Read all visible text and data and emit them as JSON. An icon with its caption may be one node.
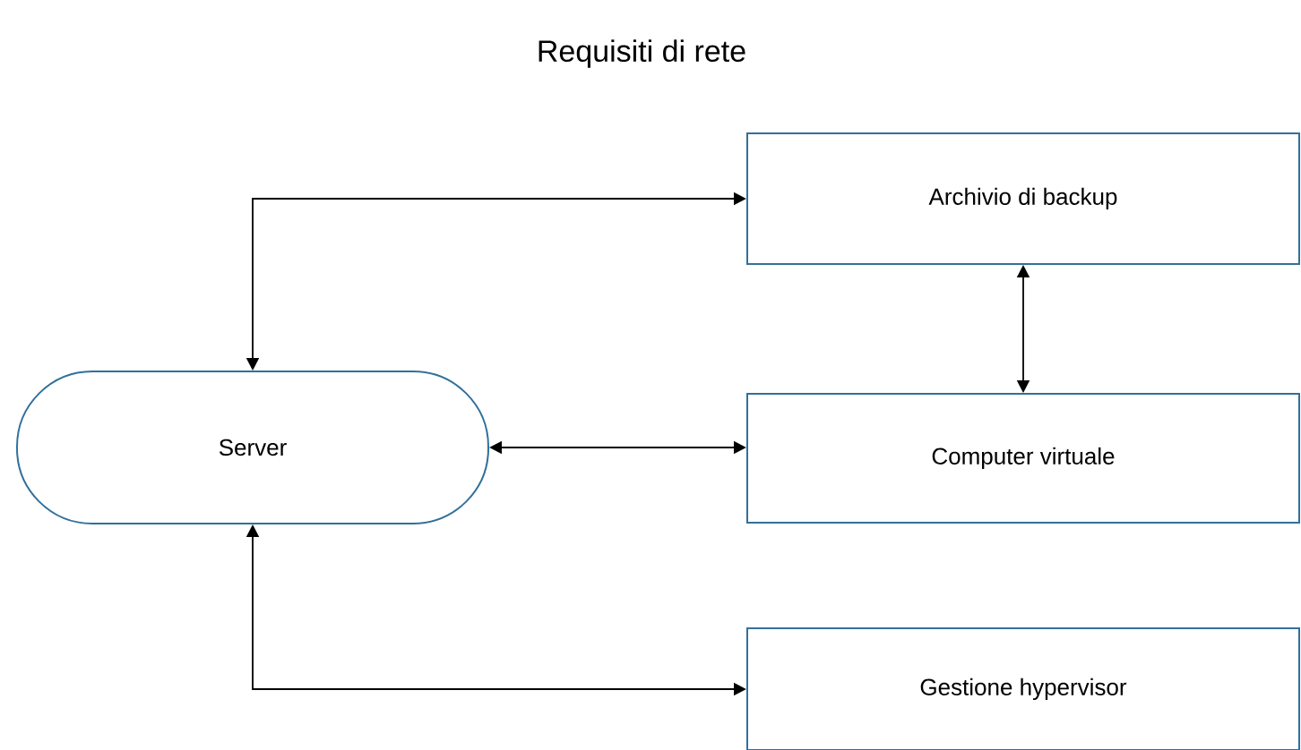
{
  "diagram": {
    "title": "Requisiti di rete",
    "nodes": [
      {
        "text": [
          "Server"
        ]
      },
      {
        "text": [
          "Archivio di backup"
        ]
      },
      {
        "text": [
          "Computer virtuale"
        ]
      },
      {
        "text": [
          "Gestione hypervisor"
        ]
      }
    ],
    "edges": [
      {
        "from": 0,
        "to": 1,
        "arrow": "both"
      },
      {
        "from": 1,
        "to": 2,
        "arrow": "both"
      },
      {
        "from": 0,
        "to": 2,
        "arrow": "both"
      },
      {
        "from": 0,
        "to": 3,
        "arrow": "both"
      }
    ]
  }
}
